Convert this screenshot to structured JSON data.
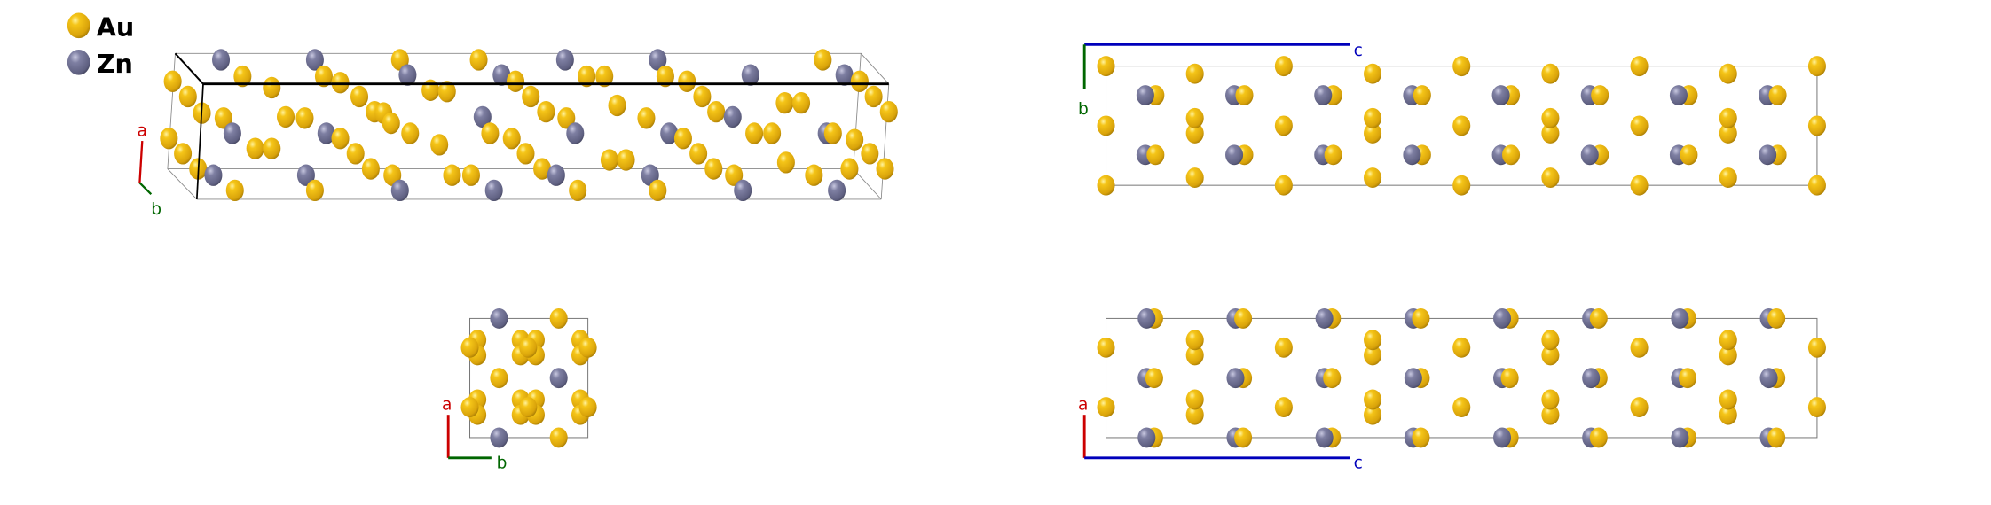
{
  "legend": [
    {
      "label": "Au",
      "color": "#e8b10f"
    },
    {
      "label": "Zn",
      "color": "#70708f"
    }
  ],
  "views": {
    "perspective": {
      "axes": [
        "a",
        "b"
      ]
    },
    "bc_view": {
      "axes": [
        "c",
        "b"
      ]
    },
    "ab_view": {
      "axes": [
        "a",
        "b"
      ]
    },
    "ac_view": {
      "axes": [
        "a",
        "c"
      ]
    }
  },
  "axis_colors": {
    "a": "#cc0000",
    "b": "#006600",
    "c": "#0000bb"
  }
}
